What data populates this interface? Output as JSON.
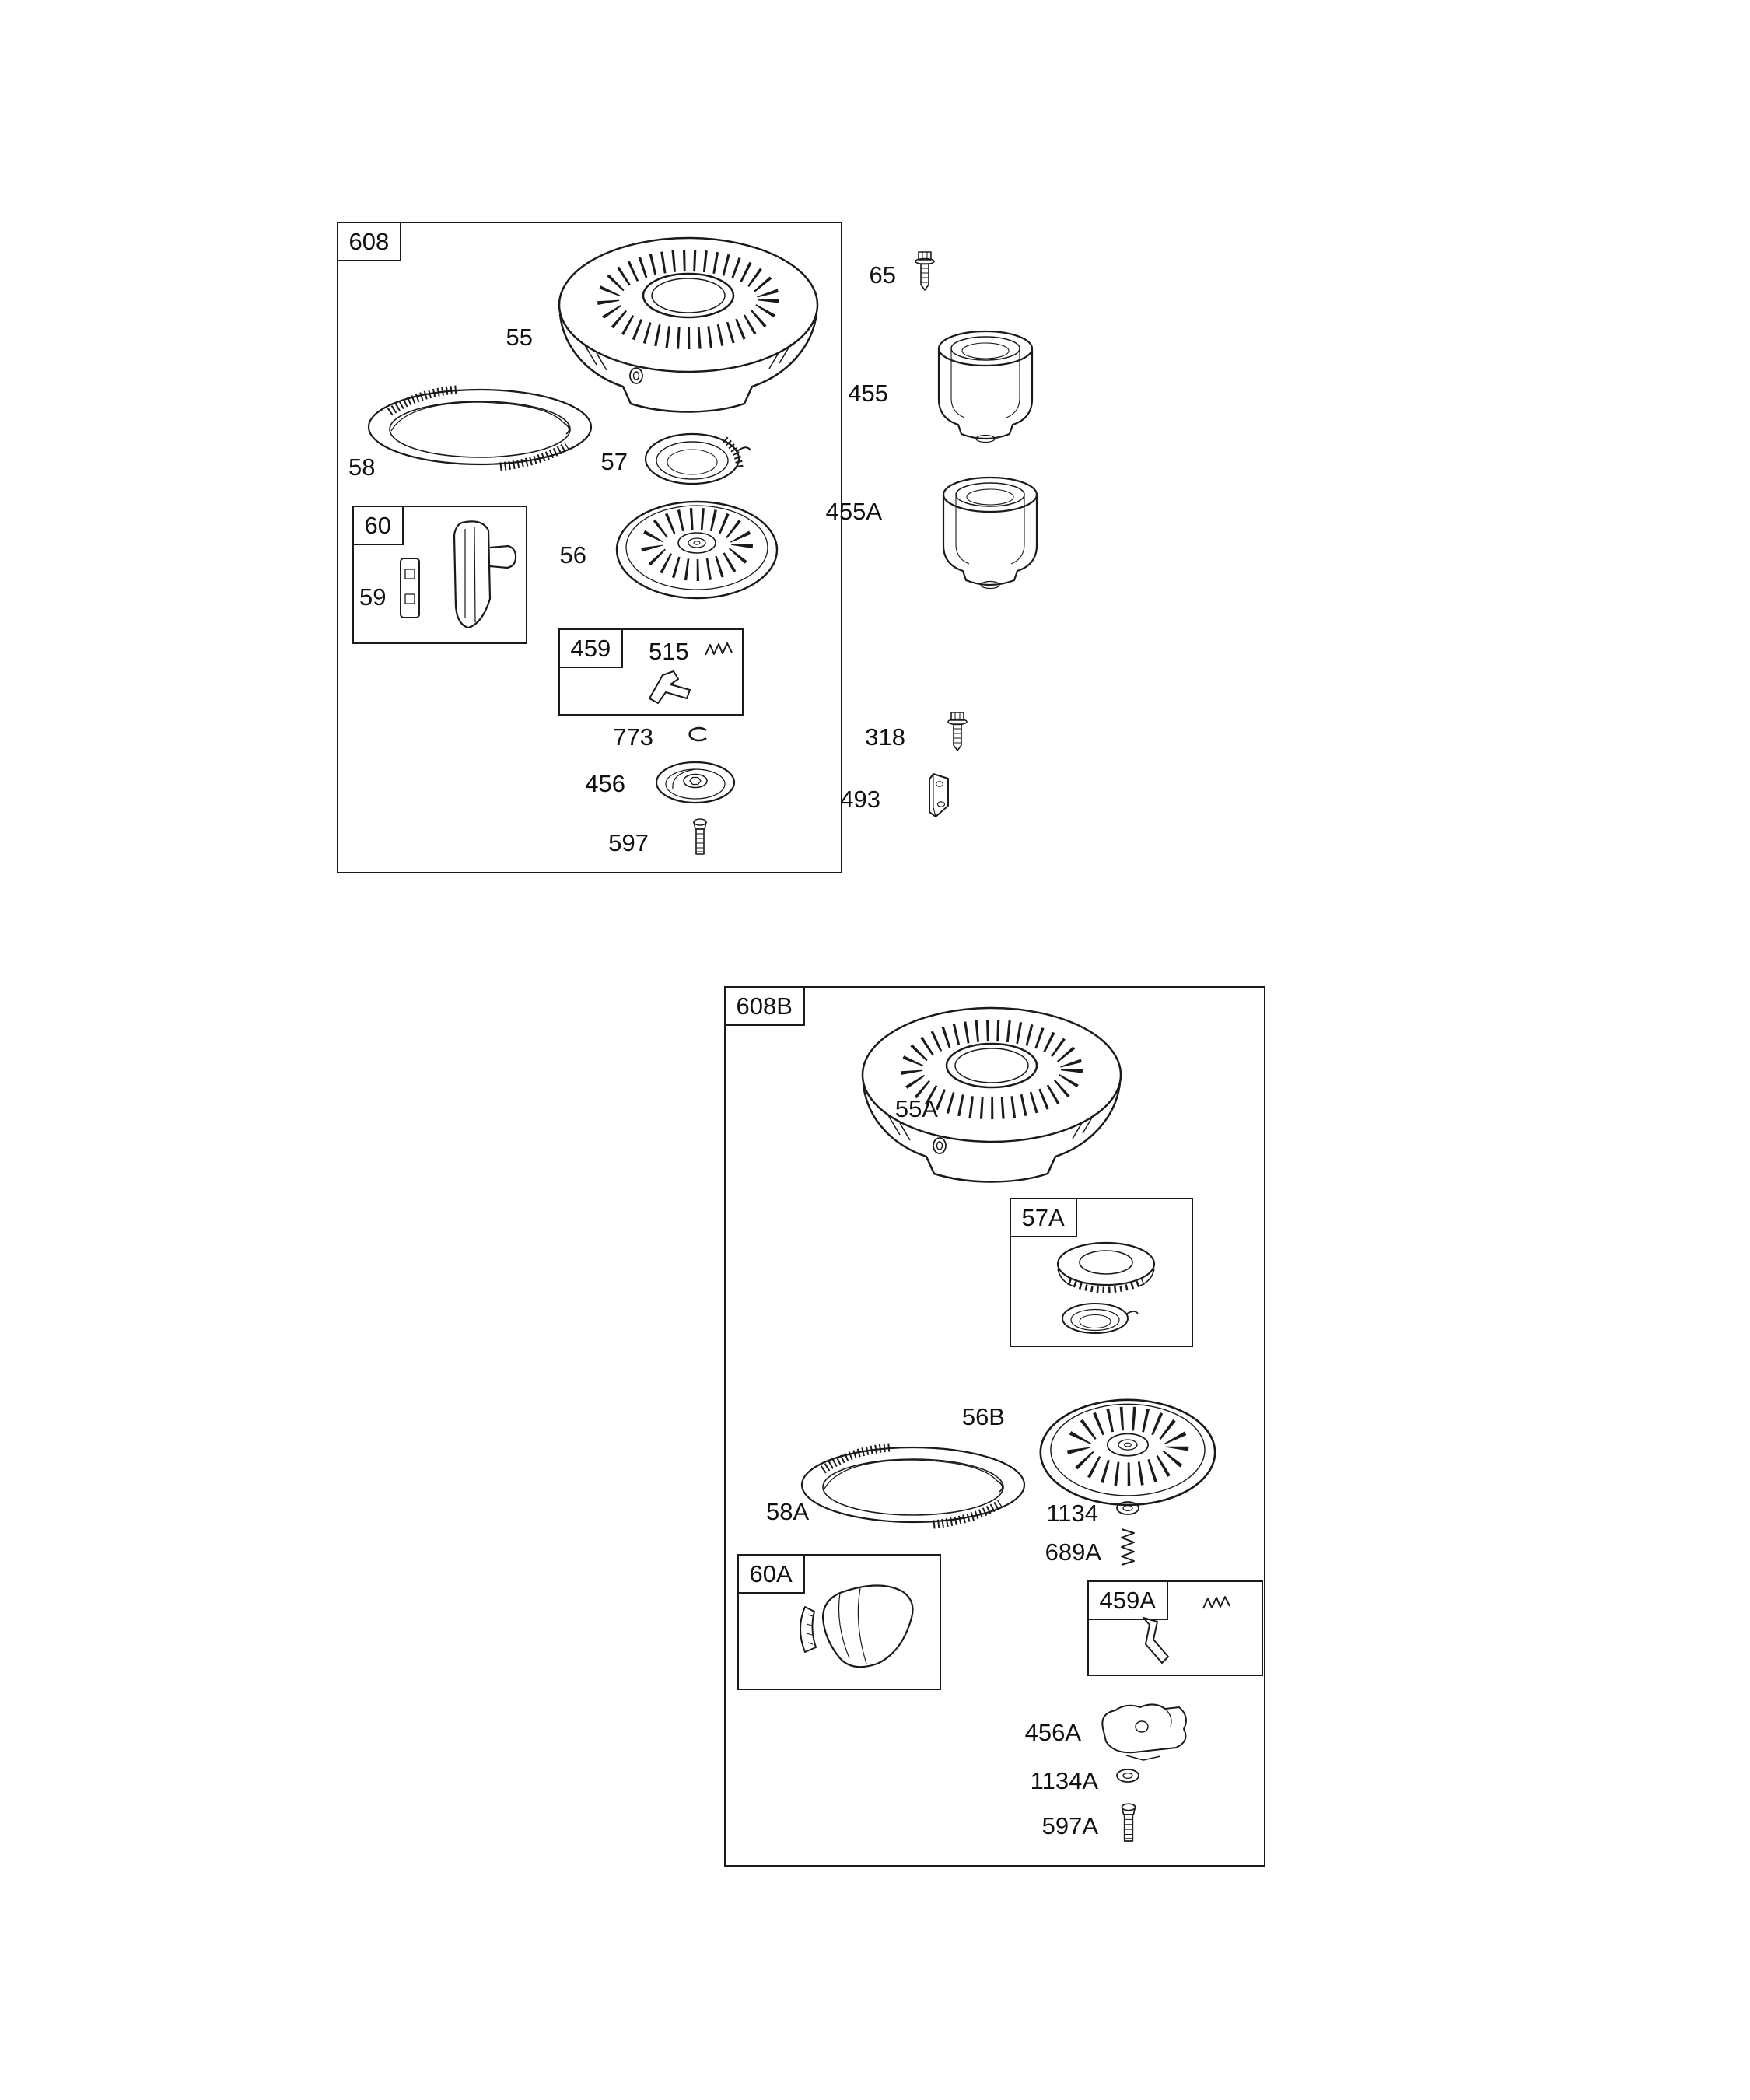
{
  "colors": {
    "background": "#ffffff",
    "line": "#1a1a1a"
  },
  "group_labels": {
    "608": "608",
    "60": "60",
    "459": "459",
    "608B": "608B",
    "57A": "57A",
    "60A": "60A",
    "459A": "459A"
  },
  "part_labels": {
    "55": "55",
    "58": "58",
    "59": "59",
    "57": "57",
    "56": "56",
    "515": "515",
    "773": "773",
    "456": "456",
    "597": "597",
    "65": "65",
    "455": "455",
    "455A": "455A",
    "318": "318",
    "493": "493",
    "55A": "55A",
    "56B": "56B",
    "58A": "58A",
    "1134": "1134",
    "689A": "689A",
    "456A": "456A",
    "1134A": "1134A",
    "597A": "597A"
  }
}
